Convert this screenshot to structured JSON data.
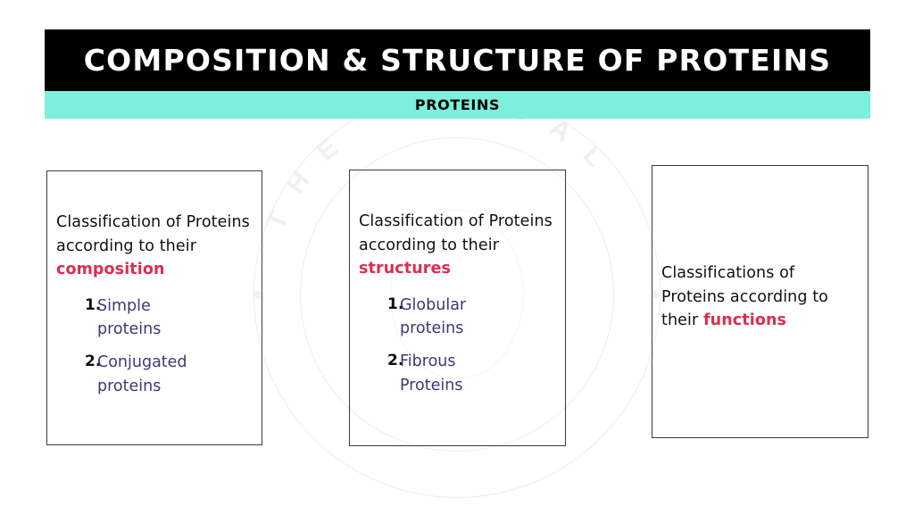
{
  "header": {
    "title": "COMPOSITION & STRUCTURE OF PROTEINS",
    "subtitle": "PROTEINS",
    "title_bar_color": "#000000",
    "title_text_color": "#FFFFFF",
    "subtitle_bar_color": "#7CF0DC",
    "subtitle_text_color": "#000000"
  },
  "watermark": {
    "arc_text_left": "T H E",
    "arc_text_right": "C A L",
    "color": "#F0F0F0"
  },
  "colors": {
    "accent_red": "#DC2E50",
    "list_purple": "#403875",
    "body_black": "#111111",
    "box_border": "#3A3A3A"
  },
  "boxes": [
    {
      "id": "composition",
      "heading_prefix": "Classification of Proteins according to their ",
      "heading_accent": "composition",
      "items": [
        {
          "marker": "1.",
          "label": "Simple proteins"
        },
        {
          "marker": "2.",
          "label": "Conjugated proteins"
        }
      ]
    },
    {
      "id": "structures",
      "heading_prefix": "Classification of Proteins according to their ",
      "heading_accent": "structures",
      "items": [
        {
          "marker": "1.",
          "label": "Globular proteins"
        },
        {
          "marker": "2.",
          "label": "Fibrous Proteins"
        }
      ]
    },
    {
      "id": "functions",
      "heading_prefix": "Classifications of Proteins according to their ",
      "heading_accent": "functions",
      "items": []
    }
  ]
}
